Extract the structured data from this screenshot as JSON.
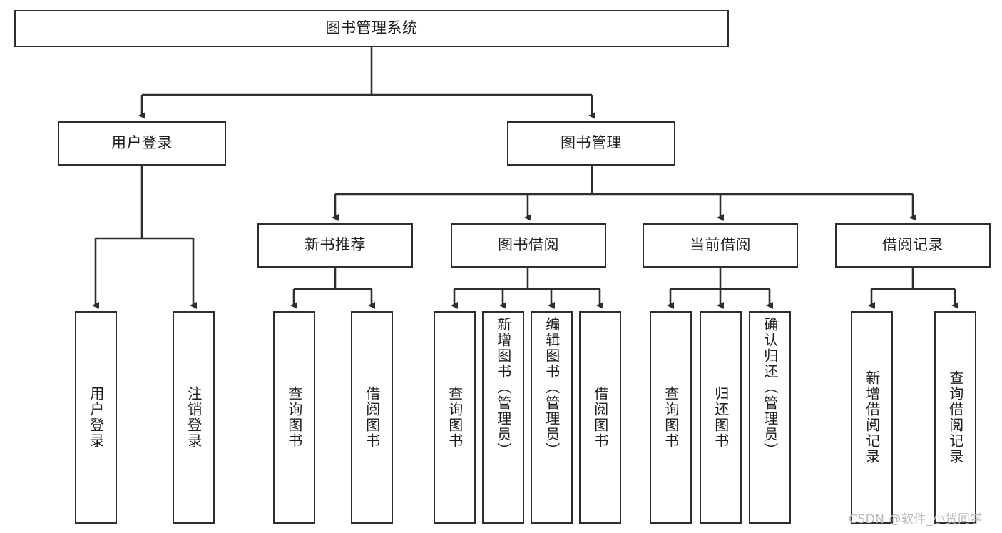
{
  "diagram": {
    "title_node": {
      "label": "图书管理系统"
    },
    "level2": [
      {
        "id": "user-login",
        "label": "用户登录"
      },
      {
        "id": "book-management",
        "label": "图书管理"
      }
    ],
    "level3": [
      {
        "id": "new-book-recommend",
        "label": "新书推荐"
      },
      {
        "id": "book-borrow",
        "label": "图书借阅"
      },
      {
        "id": "current-borrow",
        "label": "当前借阅"
      },
      {
        "id": "borrow-record",
        "label": "借阅记录"
      }
    ],
    "leaves": {
      "user_login": [
        {
          "id": "leaf-user-login",
          "label": "用户登录"
        },
        {
          "id": "leaf-logout-login",
          "label": "注销登录"
        }
      ],
      "new_book_recommend": [
        {
          "id": "leaf-query-book-1",
          "label": "查询图书"
        },
        {
          "id": "leaf-borrow-book-1",
          "label": "借阅图书"
        }
      ],
      "book_borrow": [
        {
          "id": "leaf-query-book-2",
          "label": "查询图书"
        },
        {
          "id": "leaf-add-book",
          "label": "新增图书（管理员）"
        },
        {
          "id": "leaf-edit-book",
          "label": "编辑图书（管理员）"
        },
        {
          "id": "leaf-borrow-book-2",
          "label": "借阅图书"
        }
      ],
      "current_borrow": [
        {
          "id": "leaf-query-book-3",
          "label": "查询图书"
        },
        {
          "id": "leaf-return-book",
          "label": "归还图书"
        },
        {
          "id": "leaf-confirm-return",
          "label": "确认归还（管理员）"
        }
      ],
      "borrow_record": [
        {
          "id": "leaf-add-borrow-record",
          "label": "新增借阅记录"
        },
        {
          "id": "leaf-query-borrow-record",
          "label": "查询借阅记录"
        }
      ]
    },
    "watermark": {
      "text": "CSDN @软件_小贺同学"
    },
    "colors": {
      "stroke": "#2e2e2e",
      "box_fill": "#ffffff",
      "text": "#1d1d1d",
      "watermark": "#b9b9b9",
      "background": "#ffffff"
    }
  }
}
